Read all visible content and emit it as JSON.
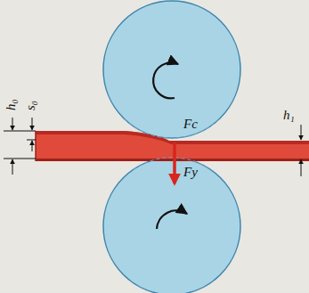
{
  "diagram": {
    "labels": [
      "h₀",
      "s₀",
      "h₁",
      "Fc",
      "Fy"
    ]
  }
}
